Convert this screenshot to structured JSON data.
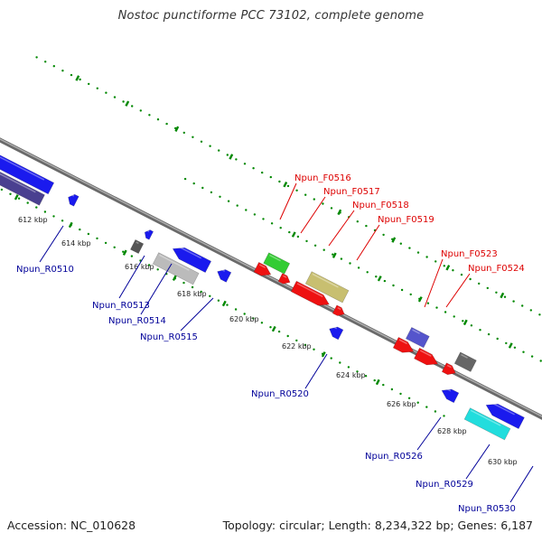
{
  "title": "Nostoc punctiforme PCC 73102, complete genome",
  "footer": {
    "accession": "Accession: NC_010628",
    "summary": "Topology: circular; Length: 8,234,322 bp; Genes: 6,187"
  },
  "colors": {
    "forward_label": "#dd0000",
    "reverse_label": "#000099",
    "backbone": "#808080",
    "tick_green": "#008800"
  },
  "ticks": [
    "612 kbp",
    "614 kbp",
    "616 kbp",
    "618 kbp",
    "620 kbp",
    "622 kbp",
    "624 kbp",
    "626 kbp",
    "628 kbp",
    "630 kbp"
  ],
  "forward_labels": [
    "Npun_F0516",
    "Npun_F0517",
    "Npun_F0518",
    "Npun_F0519",
    "Npun_F0523",
    "Npun_F0524"
  ],
  "reverse_labels": [
    "Npun_R0510",
    "Npun_R0513",
    "Npun_R0514",
    "Npun_R0515",
    "Npun_R0520",
    "Npun_R0526",
    "Npun_R0529",
    "Npun_R0530"
  ]
}
